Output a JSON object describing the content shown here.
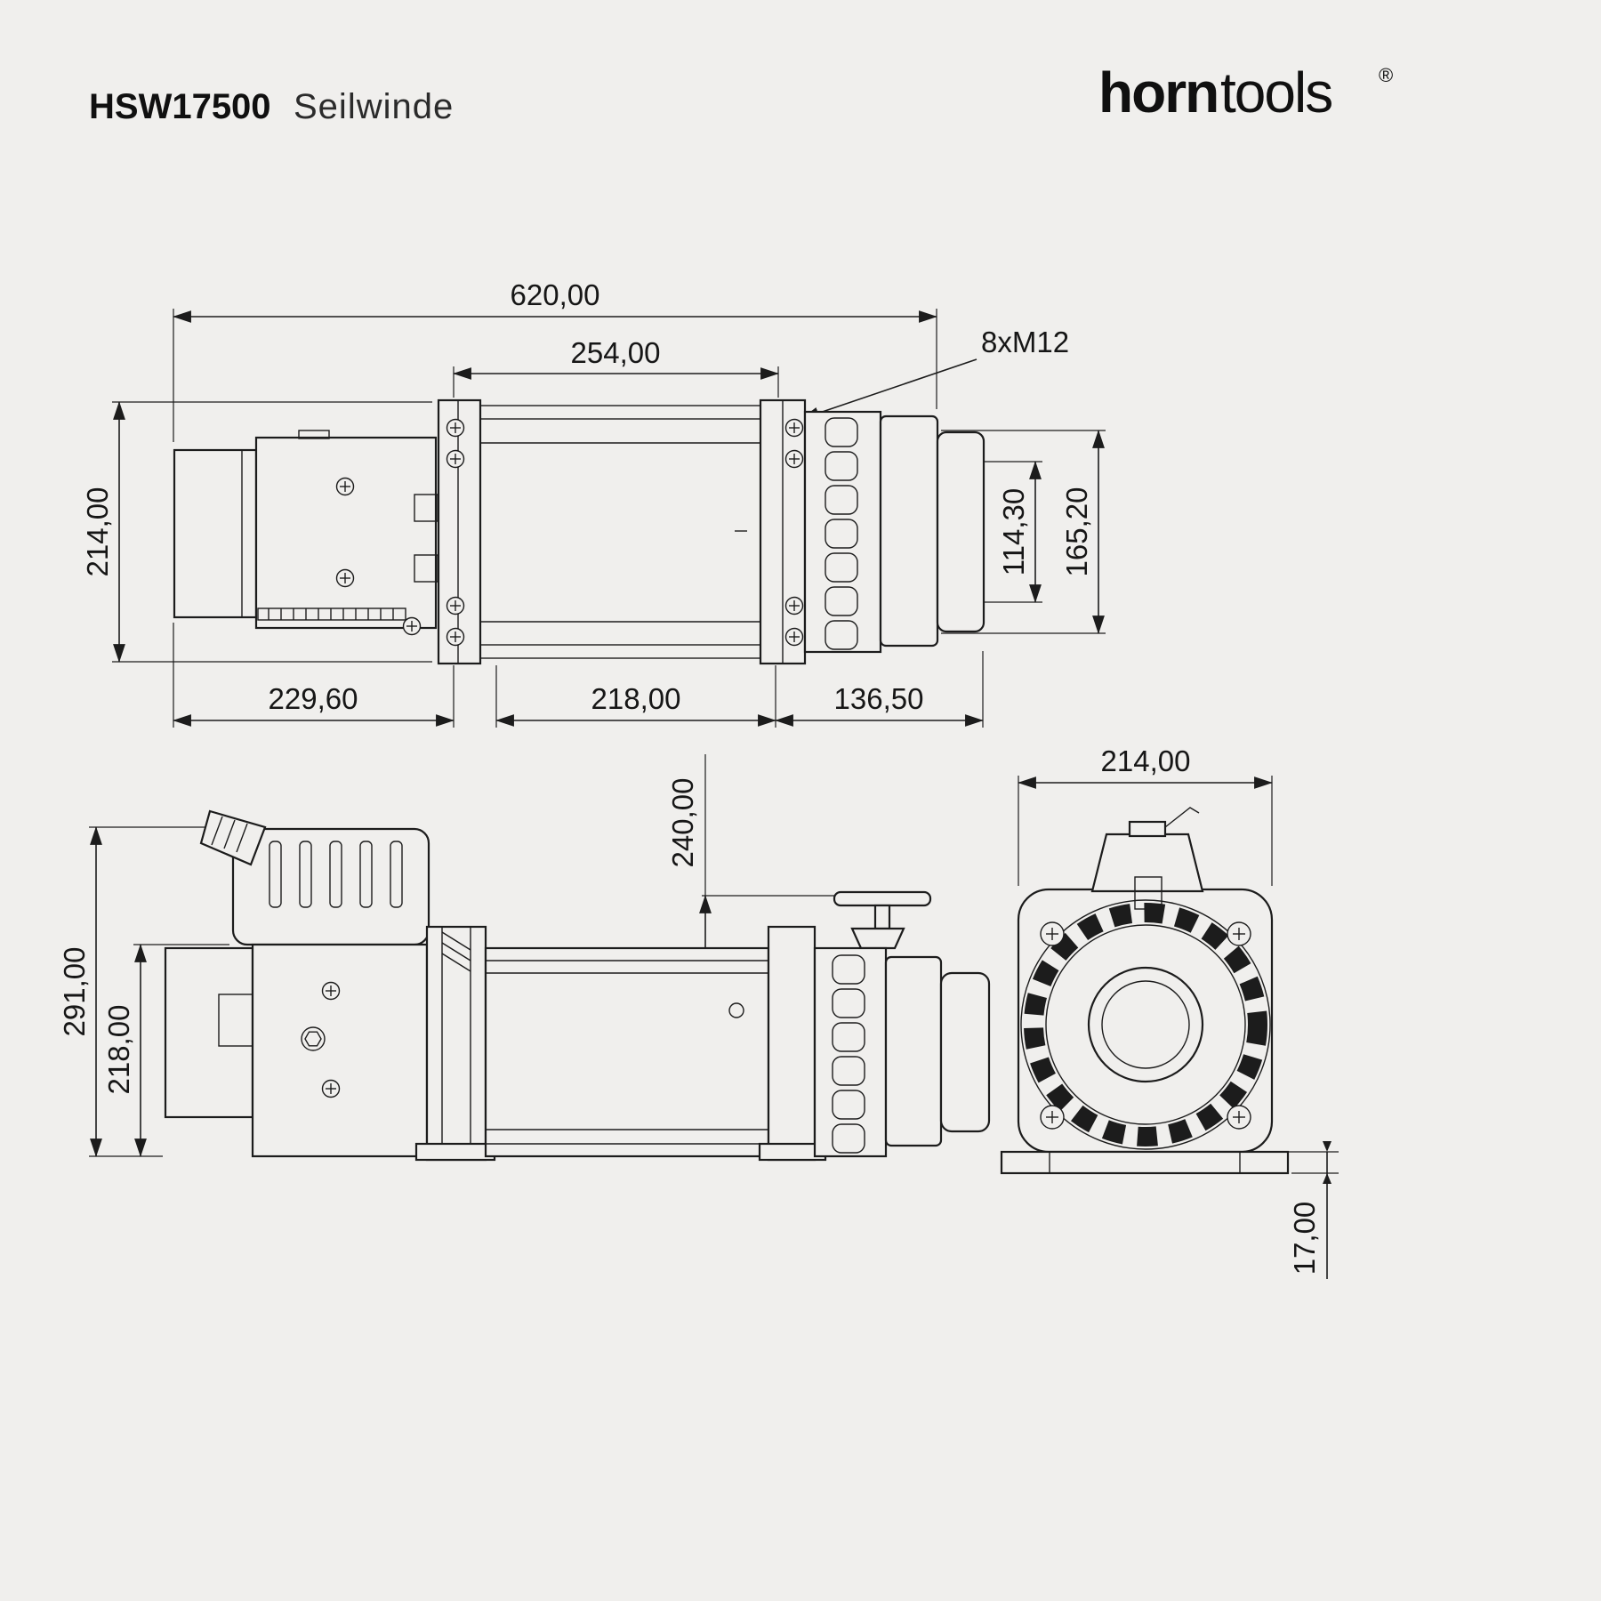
{
  "header": {
    "model": "HSW17500",
    "product": "Seilwinde",
    "brand": {
      "bold": "horn",
      "light": "tools",
      "registered": "®"
    }
  },
  "colors": {
    "background": "#f0efed",
    "line": "#1c1c1c"
  },
  "views": {
    "front": {
      "dims": {
        "overall_length": "620,00",
        "inner_length": "254,00",
        "bolt_note": "8xM12",
        "height": "214,00",
        "shaft_dia": "114,30",
        "flange_dia": "165,20",
        "motor_section": "229,60",
        "drum_section": "218,00",
        "gear_section": "136,50"
      }
    },
    "side": {
      "dims": {
        "overall_height": "291,00",
        "body_height": "218,00",
        "lever_height": "240,00"
      }
    },
    "end": {
      "dims": {
        "width": "214,00",
        "base_thickness": "17,00"
      }
    }
  }
}
